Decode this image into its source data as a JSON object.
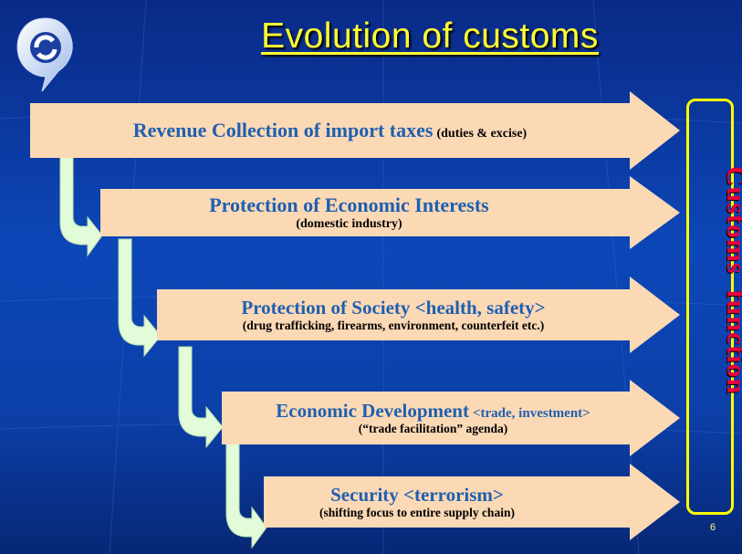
{
  "title": "Evolution of customs",
  "stages": [
    {
      "main": "Revenue Collection of import taxes",
      "inline_sub": "(duties & excise)",
      "sub": ""
    },
    {
      "main": "Protection of Economic Interests",
      "inline_sub": "",
      "sub": "(domestic industry)"
    },
    {
      "main": "Protection of Society <health, safety>",
      "inline_sub": "",
      "sub": "(drug trafficking, firearms, environment, counterfeit etc.)"
    },
    {
      "main": "Economic Development",
      "inline_sub": "<trade, investment>",
      "sub": "(“trade facilitation” agenda)"
    },
    {
      "main": "Security <terrorism>",
      "inline_sub": "",
      "sub": "(shifting focus to entire supply chain)"
    }
  ],
  "function_label": "Customs  function",
  "page_number": "6",
  "colors": {
    "arrow_fill": "#fcd9b5",
    "connector_fill": "#e2fbd9",
    "main_text": "#1f5fb0",
    "function_text": "#e8003a",
    "box_border": "#ffff00",
    "title": "#ffff33"
  }
}
